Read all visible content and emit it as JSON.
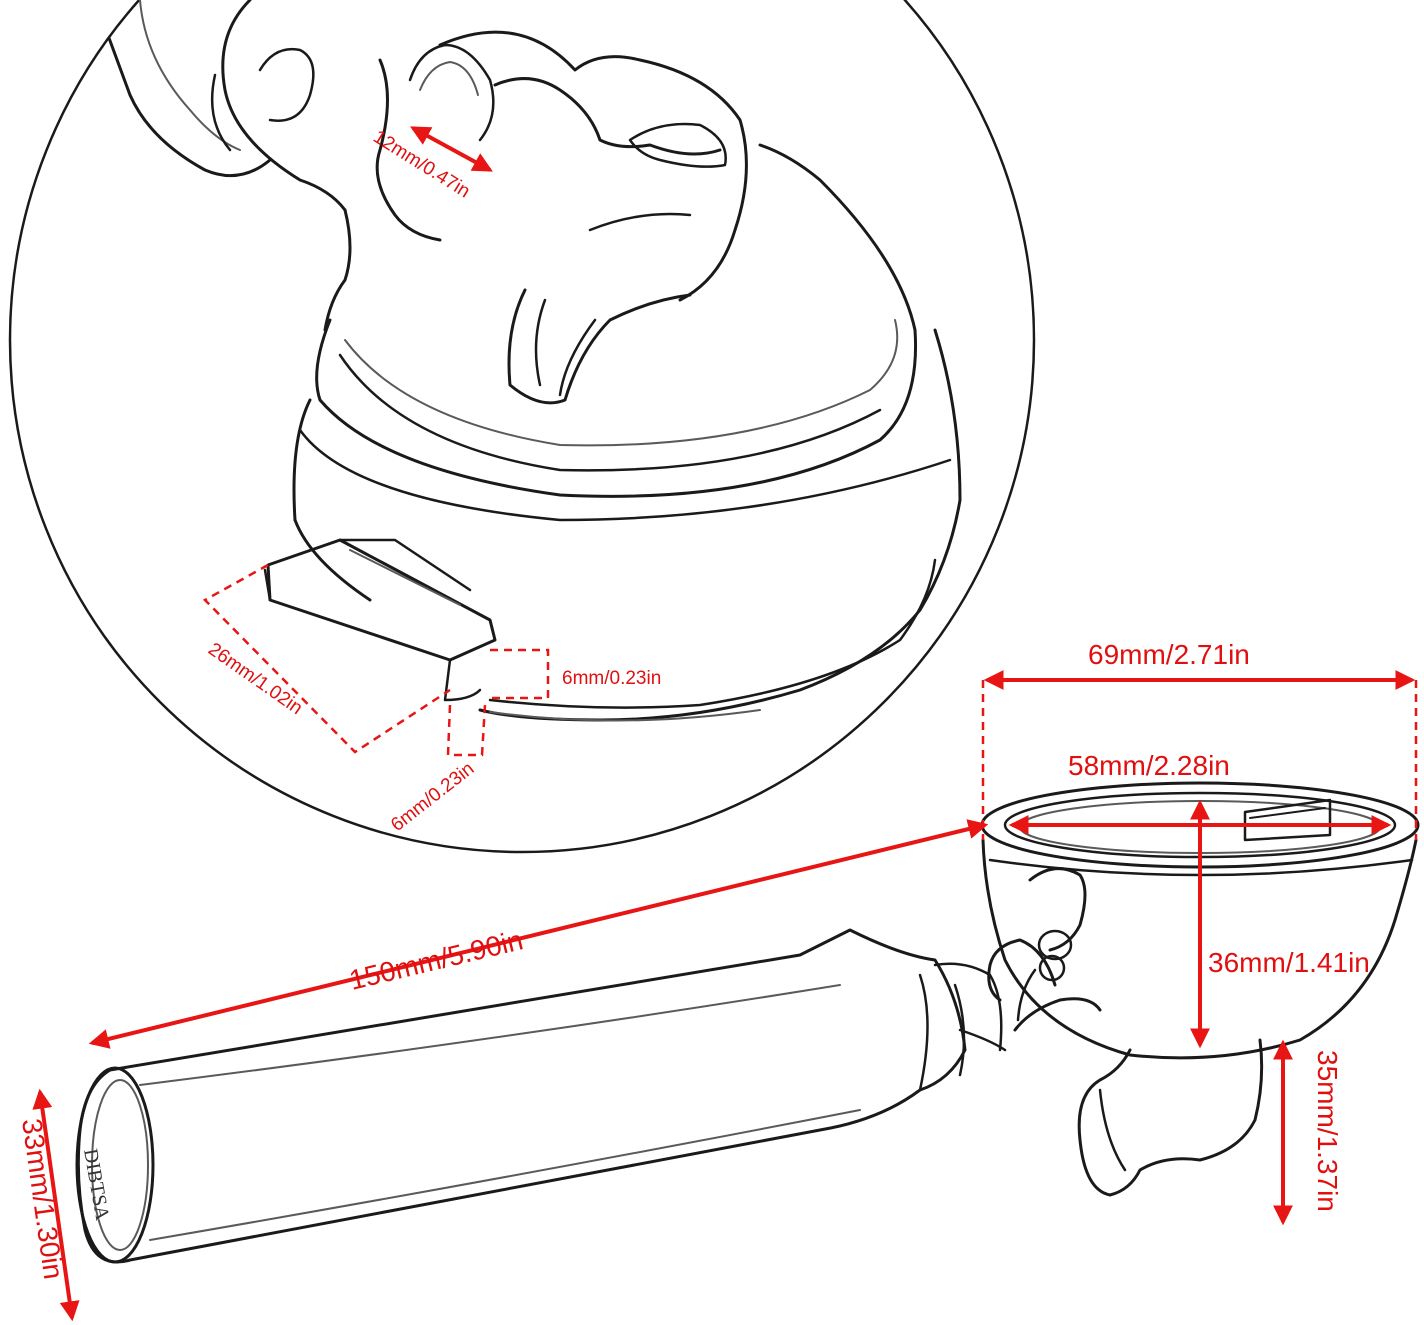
{
  "dimensions": {
    "spout_gap": "12mm/0.47in",
    "tab_length": "26mm/1.02in",
    "tab_height": "6mm/0.23in",
    "tab_depth": "6mm/0.23in",
    "outer_diameter": "69mm/2.71in",
    "inner_diameter": "58mm/2.28in",
    "basket_depth": "36mm/1.41in",
    "spout_height": "35mm/1.37in",
    "total_length": "150mm/5.90in",
    "handle_diameter": "33mm/1.30in"
  },
  "brand": {
    "handle_logo": "DIBTSA"
  },
  "colors": {
    "dimension_red": "#e81515",
    "line_art": "#1a1a1a"
  },
  "icons": {
    "arrow_head": "arrowhead-icon"
  }
}
